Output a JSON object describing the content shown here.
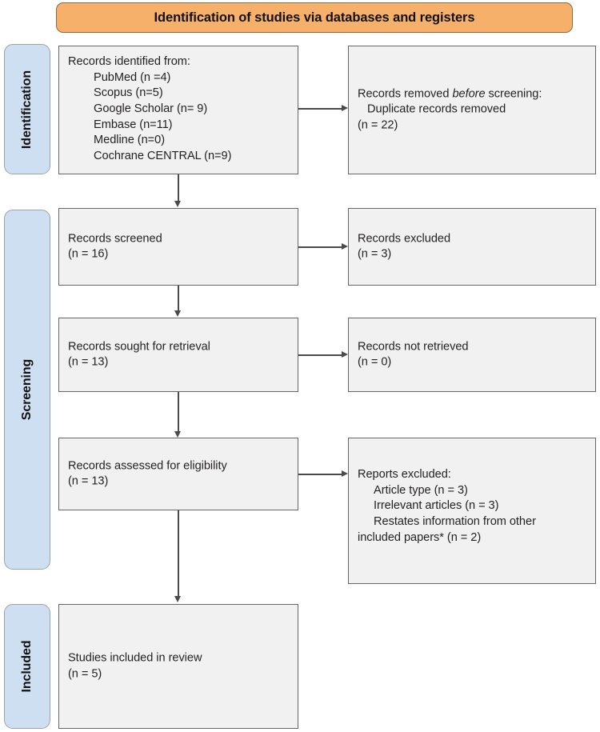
{
  "header": {
    "title": "Identification of studies via databases and registers"
  },
  "stages": [
    {
      "name": "identification",
      "label": "Identification"
    },
    {
      "name": "screening",
      "label": "Screening"
    },
    {
      "name": "included",
      "label": "Included"
    }
  ],
  "boxes": {
    "records_identified": {
      "name": "records-identified-box",
      "lines": [
        "Records identified from:",
        "        PubMed (n =4)",
        "        Scopus (n=5)",
        "        Google Scholar (n= 9)",
        "        Embase (n=11)",
        "        Medline (n=0)",
        "        Cochrane CENTRAL (n=9)"
      ]
    },
    "records_removed": {
      "name": "records-removed-box",
      "line_pre": "Records removed ",
      "line_em": "before",
      "line_post": " screening:",
      "lines_rest": [
        "   Duplicate records removed",
        "(n = 22)"
      ]
    },
    "records_screened": {
      "name": "records-screened-box",
      "lines": [
        "Records screened",
        "(n = 16)"
      ]
    },
    "records_excluded": {
      "name": "records-excluded-box",
      "lines": [
        "Records excluded",
        "(n = 3)"
      ]
    },
    "records_sought": {
      "name": "records-sought-box",
      "lines": [
        "Records sought for retrieval",
        "(n = 13)"
      ]
    },
    "records_not_retrieved": {
      "name": "records-not-retrieved-box",
      "lines": [
        "Records not retrieved",
        "(n = 0)"
      ]
    },
    "records_assessed": {
      "name": "records-assessed-box",
      "lines": [
        "Records assessed for eligibility",
        "(n = 13)"
      ]
    },
    "reports_excluded": {
      "name": "reports-excluded-box",
      "lines": [
        "Reports excluded:",
        "     Article type (n = 3)",
        "     Irrelevant articles (n = 3)",
        "     Restates information from other",
        "included papers* (n = 2)"
      ]
    },
    "studies_included": {
      "name": "studies-included-box",
      "lines": [
        "Studies included in review",
        "(n = 5)"
      ]
    }
  },
  "colors": {
    "header_fill": "#f7b06a",
    "header_stroke": "#8a6a4a",
    "stage_fill": "#cfdff2",
    "stage_stroke": "#9aa4ad",
    "box_fill": "#f1f1f1",
    "box_stroke": "#63666a",
    "connector": "#4a4a4a",
    "text": "#231f20"
  }
}
